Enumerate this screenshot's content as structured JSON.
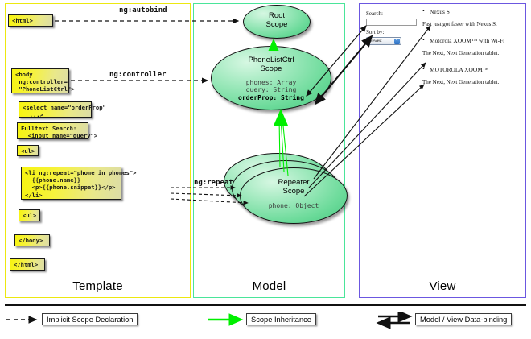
{
  "panels": {
    "template": {
      "label": "Template",
      "border_color": "#ece80f",
      "blocks": [
        {
          "name": "html-open",
          "code": "<html>"
        },
        {
          "name": "body-open",
          "code": "<body\n ng:controller=\n \"PhoneListCtrl\">"
        },
        {
          "name": "select",
          "code": "<select name=\"orderProp\"\n  ...>"
        },
        {
          "name": "input",
          "code": "Fulltext Search:\n  <input name=\"query\">"
        },
        {
          "name": "ul-open",
          "code": "<ul>"
        },
        {
          "name": "li-repeat",
          "code": "<li ng:repeat=\"phone in phones\">\n  {{phone.name}}\n  <p>{{phone.snippet}}</p>\n</li>"
        },
        {
          "name": "ul-close",
          "code": "<ul>"
        },
        {
          "name": "body-close",
          "code": "</body>"
        },
        {
          "name": "html-close",
          "code": "</html>"
        }
      ]
    },
    "model": {
      "label": "Model",
      "border_color": "#4ae59a",
      "scopes": [
        {
          "name": "root-scope",
          "title": "Root\nScope",
          "props": []
        },
        {
          "name": "phonelistctrl-scope",
          "title": "PhoneListCtrl\nScope",
          "props": [
            "phones: Array",
            "query: String"
          ],
          "bold_props": [
            "orderProp: String"
          ]
        },
        {
          "name": "repeater-scope",
          "title": "Repeater\nScope",
          "props": [
            "phone: Object"
          ],
          "stack": 3
        }
      ]
    },
    "view": {
      "label": "View",
      "border_color": "#6b57e0",
      "search_label": "Search:",
      "search_value": "",
      "sort_label": "Sort by:",
      "sort_selected": "Newest",
      "sort_options": [
        "Newest"
      ],
      "phones": [
        {
          "name": "Nexus S",
          "snippet": "Fast just got faster with Nexus S."
        },
        {
          "name": "Motorola XOOM™ with Wi-Fi",
          "snippet": "The Next, Next Generation tablet."
        },
        {
          "name": "MOTOROLA XOOM™",
          "snippet": "The Next, Next Generation tablet."
        }
      ]
    }
  },
  "edges": {
    "autobind": "ng:autobind",
    "controller": "ng:controller",
    "repeat": "ng:repeat"
  },
  "legend": {
    "items": [
      {
        "name": "implicit-scope-declaration",
        "label": "Implicit Scope Declaration",
        "style": "dashed-arrow",
        "color": "#111111"
      },
      {
        "name": "scope-inheritance",
        "label": "Scope Inheritance",
        "style": "solid-arrow",
        "color": "#00ef00"
      },
      {
        "name": "model-view-data-binding",
        "label": "Model / View Data-binding",
        "style": "double-arrow",
        "color": "#111111"
      }
    ]
  }
}
